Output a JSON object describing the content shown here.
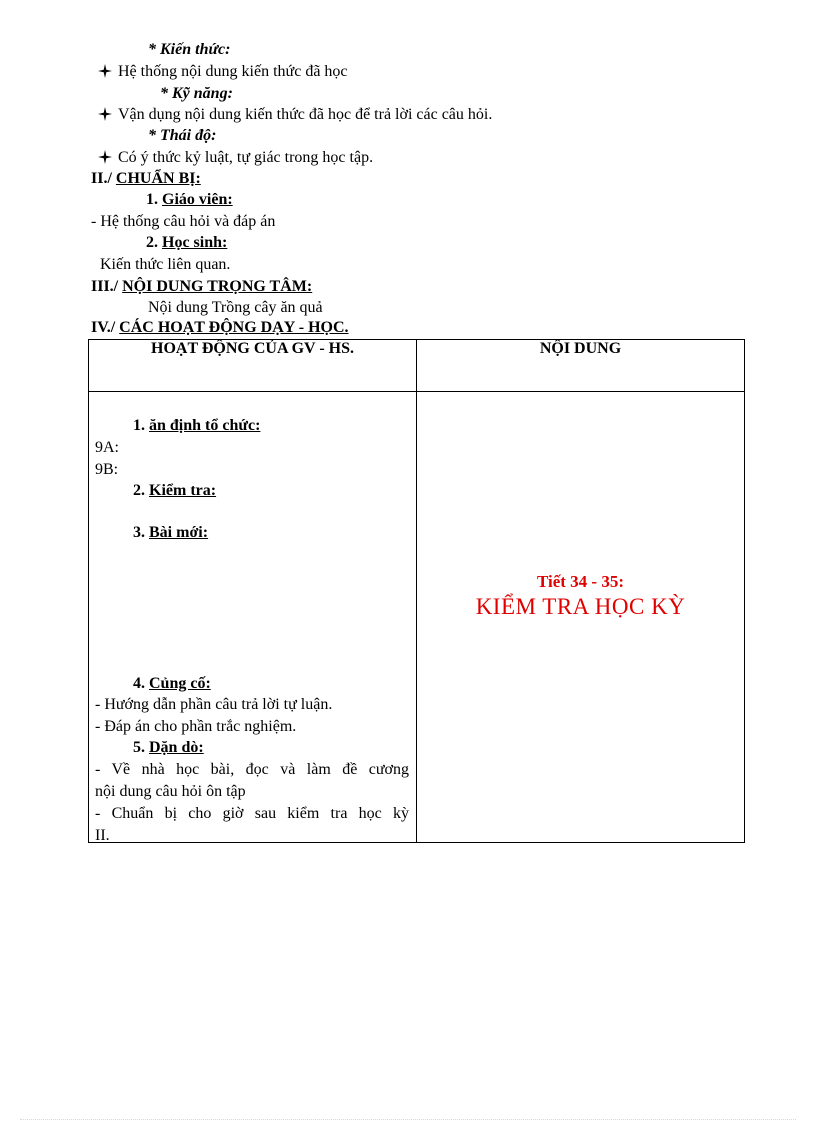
{
  "objectives": {
    "knowledge_heading": "* Kiến thức:",
    "knowledge_text": "Hệ thống nội dung kiến thức đã học",
    "skill_heading": "* Kỹ năng:",
    "skill_text": "Vận dụng nội dung kiến thức đã học để trả lời các câu hỏi.",
    "attitude_heading": "* Thái độ:",
    "attitude_text": "Có ý thức kỷ luật, tự giác trong học tập."
  },
  "preparation": {
    "section_num": "II./",
    "section_title": "CHUẨN BỊ:",
    "teacher_num": "1.",
    "teacher_title": "Giáo viên:",
    "teacher_text": "- Hệ thống câu hỏi và đáp án",
    "student_num": "2.",
    "student_title": "Học sinh:",
    "student_text": "Kiến thức liên quan."
  },
  "focus": {
    "section_num": "III./",
    "section_title": "NỘI DUNG TRỌNG TÂM:",
    "text": "Nội dung Trồng cây ăn quả"
  },
  "activities": {
    "section_num": "IV./",
    "section_title": "CÁC HOẠT ĐỘNG DẠY - HỌC."
  },
  "table": {
    "col_left_header": "HOẠT ĐỘNG CỦA GV - HS.",
    "col_right_header": "NỘI DUNG",
    "step1_num": "1.",
    "step1_title": "ăn định tổ chức:",
    "class_a": "9A:",
    "class_b": "9B:",
    "step2_num": "2.",
    "step2_title": "Kiểm tra:",
    "step3_num": "3.",
    "step3_title": "Bài mới:",
    "step4_num": "4.",
    "step4_title": "Củng cố:",
    "step4_line1": "- Hướng dẫn phần câu trả lời tự luận.",
    "step4_line2": "- Đáp án cho phần trắc nghiệm.",
    "step5_num": "5.",
    "step5_title": "Dặn dò:",
    "step5_line1a": "- Về nhà học bài, đọc và làm đề cương",
    "step5_line1b": "nội dung câu hỏi ôn tập",
    "step5_line2a": "- Chuẩn bị cho giờ sau kiểm tra học kỳ",
    "step5_line2b": "II.",
    "period_label": "Tiết 34 - 35:",
    "exam_label": "KIỂM TRA HỌC KỲ"
  },
  "icons": {
    "bullet": "four-point-star-bullet-icon"
  },
  "colors": {
    "accent_red": "#e00000"
  }
}
